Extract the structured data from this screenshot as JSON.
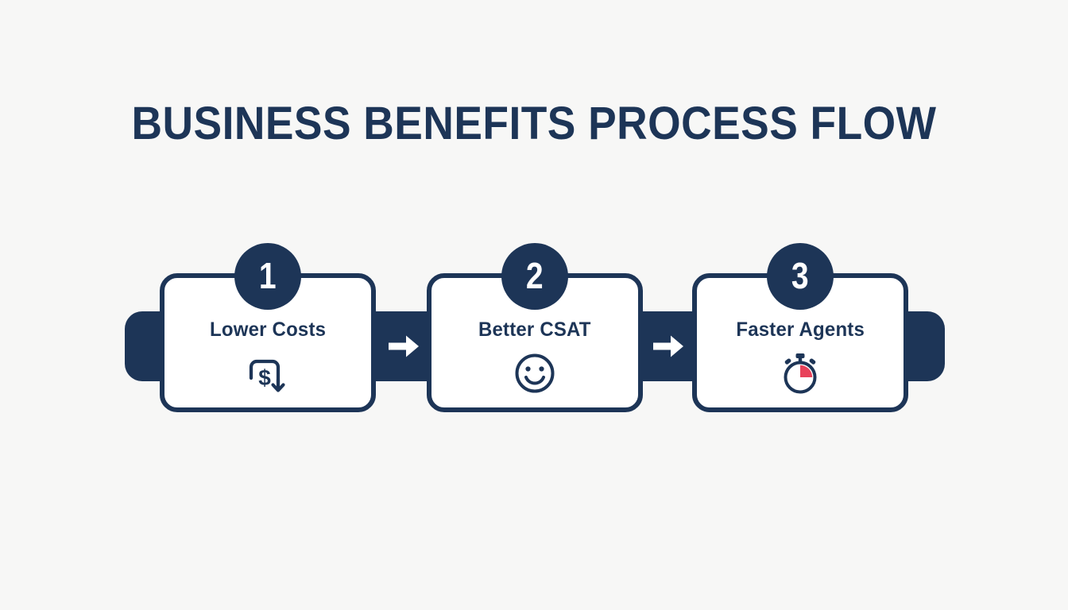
{
  "page": {
    "title": "BUSINESS BENEFITS PROCESS FLOW",
    "background_color": "#f7f7f6",
    "accent_navy": "#1d3557",
    "accent_red": "#e8425a"
  },
  "flow": {
    "start_cap_name": "flow-start-cap",
    "end_cap_name": "flow-end-cap",
    "steps": [
      {
        "number": "1",
        "label": "Lower Costs",
        "icon": "dollar-down-arrow-icon"
      },
      {
        "number": "2",
        "label": "Better CSAT",
        "icon": "smiley-face-icon"
      },
      {
        "number": "3",
        "label": "Faster Agents",
        "icon": "stopwatch-icon"
      }
    ],
    "connectors": [
      {
        "icon": "arrow-right-icon",
        "from": "1",
        "to": "2"
      },
      {
        "icon": "arrow-right-icon",
        "from": "2",
        "to": "3"
      }
    ]
  }
}
